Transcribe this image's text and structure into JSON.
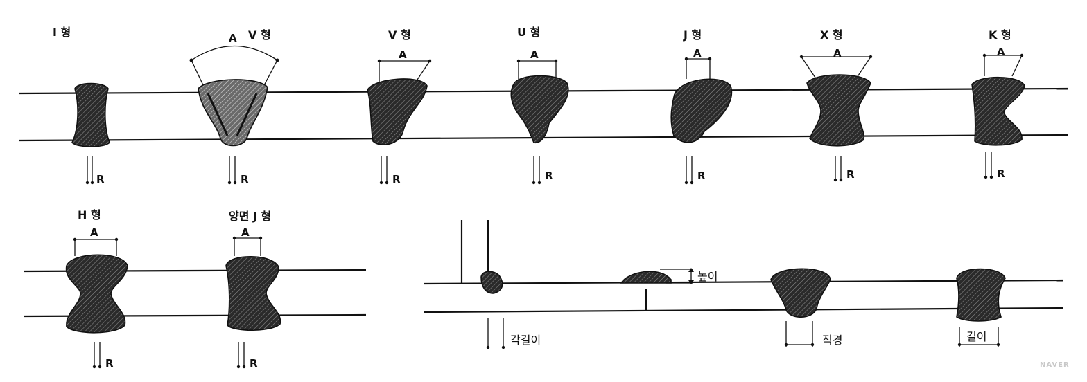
{
  "joints_row1": [
    {
      "label": "I 형",
      "root_label": "R"
    },
    {
      "label": "V 형",
      "angle_label": "A",
      "root_label": "R"
    },
    {
      "label": "V 형",
      "gap_label": "A",
      "root_label": "R"
    },
    {
      "label": "U 형",
      "gap_label": "A",
      "root_label": "R"
    },
    {
      "label": "J 형",
      "gap_label": "A",
      "root_label": "R"
    },
    {
      "label": "X 형",
      "gap_label": "A",
      "root_label": "R"
    },
    {
      "label": "K 형",
      "gap_label": "A",
      "root_label": "R"
    }
  ],
  "joints_row2": [
    {
      "label": "H 형",
      "gap_label": "A",
      "root_label": "R"
    },
    {
      "label": "양면 J 형",
      "gap_label": "A",
      "root_label": "R"
    }
  ],
  "measurements": {
    "leg_length": "각길이",
    "height": "높이",
    "diameter": "직경",
    "length": "길이"
  },
  "watermark": "NAVER",
  "colors": {
    "ink": "#111111",
    "background": "#ffffff"
  }
}
